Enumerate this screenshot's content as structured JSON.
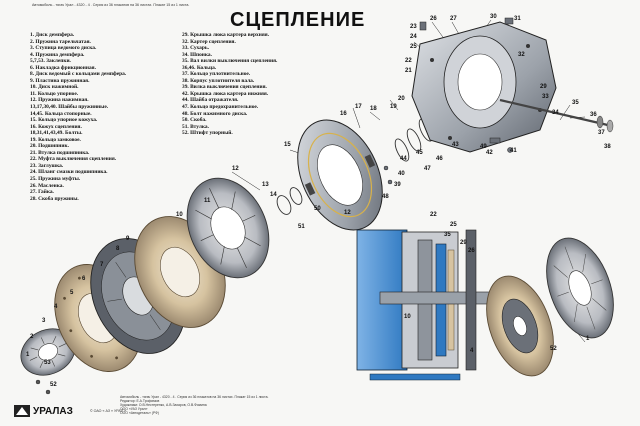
{
  "header": {
    "top_note": "Автомобиль - тягач Урал - 4320 - 4 . Серия из 36 плакатов на 36 листах. Плакат 15 из 1 листа.",
    "title": "СЦЕПЛЕНИЕ"
  },
  "legend_left": [
    "1. Диск демпфера.",
    "2. Пружина тарельчатая.",
    "3. Ступица ведомого диска.",
    "4. Пружина демпфера.",
    "5,7,53. Заклепки.",
    "6. Накладка фрикционная.",
    "8. Диск ведомый с кольцами демпфера.",
    "9. Пластина пружинная.",
    "10. Диск нажимной.",
    "11. Кольцо упорное.",
    "12. Пружина нажимная.",
    "13,17,30,40. Шайбы пружинные.",
    "14,45. Кольца стопорные.",
    "15. Кольцо упорное кожуха.",
    "16. Кожух сцепления.",
    "18,31,41,43,49. Болты.",
    "19. Кольцо замковое.",
    "20. Подшипник.",
    "21. Втулка подшипника.",
    "22. Муфта выключения сцепления.",
    "23. Заглушка.",
    "24. Шланг смазки подшипника.",
    "25. Пружина муфты.",
    "26. Масленка.",
    "27. Гайка.",
    "28. Скоба пружины."
  ],
  "legend_right": [
    "29. Крышка люка картера верхняя.",
    "32. Картер сцепления.",
    "33. Сухарь.",
    "34. Шпонка.",
    "35. Вал вилки выключения сцепления.",
    "36,46. Кольца.",
    "37. Кольцо уплотнительное.",
    "38. Корпус уплотнителя вала.",
    "39. Вилка выключения сцепления.",
    "42. Крышка люка картера нижняя.",
    "44. Шайба отражателя.",
    "47. Кольцо предохранительное.",
    "48. Болт нажимного диска.",
    "50. Скоба.",
    "51. Втулка.",
    "52. Штифт упорный."
  ],
  "callouts": [
    "26",
    "27",
    "30",
    "31",
    "23",
    "24",
    "25",
    "32",
    "22",
    "21",
    "29",
    "33",
    "34",
    "20",
    "19",
    "35",
    "36",
    "37",
    "38",
    "18",
    "17",
    "16",
    "43",
    "49",
    "42",
    "41",
    "46",
    "45",
    "44",
    "40",
    "39",
    "15",
    "47",
    "48",
    "12",
    "14",
    "13",
    "51",
    "50",
    "11",
    "10",
    "9",
    "8",
    "7",
    "6",
    "5",
    "4",
    "3",
    "2",
    "1",
    "53",
    "52",
    "12",
    "22",
    "35",
    "25",
    "29",
    "26",
    "4",
    "52",
    "1",
    "10"
  ],
  "footer": {
    "brand": "УРАЛАЗ",
    "imprint": "© ОАО « АЗ « УРАЛ »",
    "notes": [
      "Автомобиль - тягач Урал - 4320 - 4 . Серия из 36 плакатов на 36 листах. Плакат 15 из 1 листа.",
      "Редактор: Е.А.Трофимов",
      "Художники: О.В.Нестеренко, А.В.Захаров, О.В.Фомина",
      "ООО «УАЗ Урал»",
      "ООО «Автодеталь» (РФ)"
    ]
  },
  "colors": {
    "accent_blue": "#2f79c1",
    "metal_dark": "#4a4f56",
    "metal_light": "#c9ccd1",
    "friction": "#d6c3a0"
  }
}
